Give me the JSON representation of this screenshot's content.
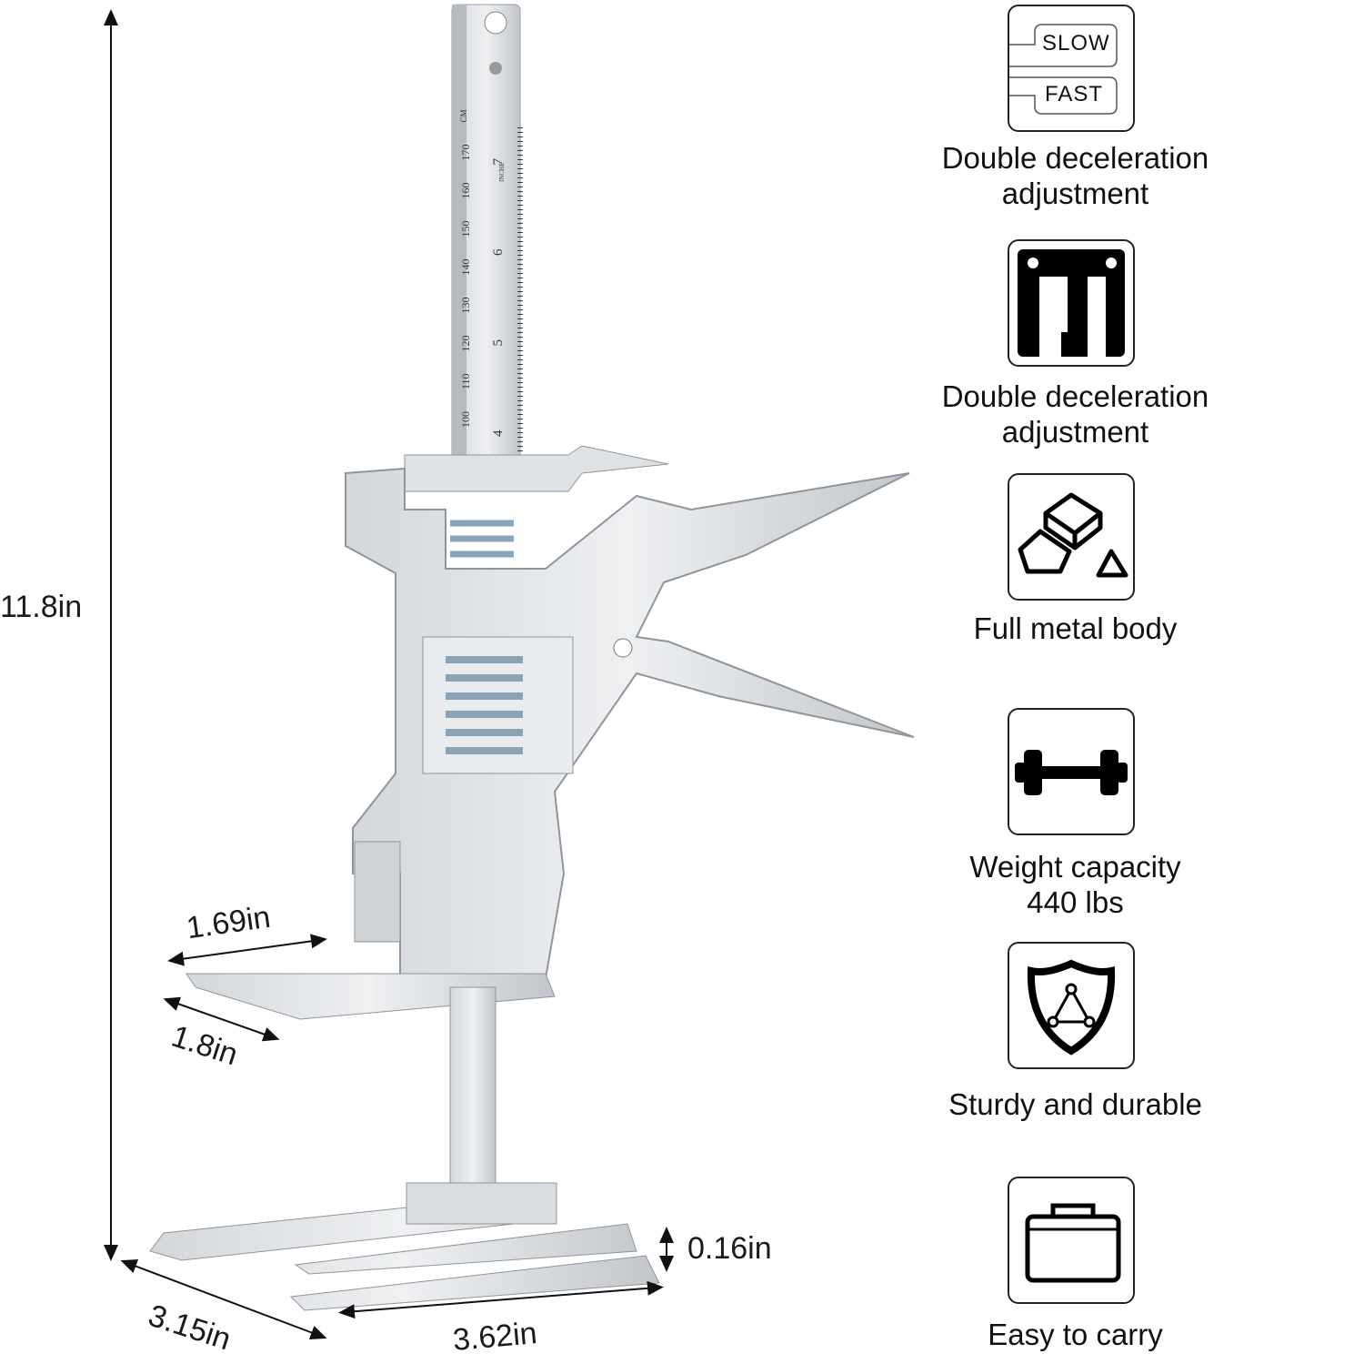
{
  "dimensions": {
    "height": "11.8in",
    "clamp_depth": "1.69in",
    "clamp_width": "1.8in",
    "base_depth": "3.15in",
    "base_width": "3.62in",
    "base_thickness": "0.16in"
  },
  "ruler": {
    "unit_cm": "CM",
    "unit_inch": "INCHE",
    "cm_ticks": [
      "100",
      "110",
      "120",
      "130",
      "140",
      "150",
      "160",
      "170"
    ],
    "inch_ticks": [
      "4",
      "5",
      "6",
      "7"
    ]
  },
  "features": [
    {
      "icon": "slow-fast-icon",
      "label_lines": [
        "Double deceleration",
        "adjustment"
      ],
      "icon_text": [
        "SLOW",
        "FAST"
      ]
    },
    {
      "icon": "clamp-jaw-icon",
      "label_lines": [
        "Double deceleration",
        "adjustment"
      ]
    },
    {
      "icon": "metal-bars-icon",
      "label_lines": [
        "Full metal body"
      ]
    },
    {
      "icon": "dumbbell-icon",
      "label_lines": [
        "Weight capacity",
        "440 lbs"
      ]
    },
    {
      "icon": "shield-icon",
      "label_lines": [
        "Sturdy and durable"
      ]
    },
    {
      "icon": "case-icon",
      "label_lines": [
        "Easy to carry"
      ]
    }
  ],
  "colors": {
    "metal_light": "#e6e8ea",
    "metal_mid": "#c4c8cc",
    "metal_dark": "#8f959b",
    "spring": "#9fb3c2"
  }
}
